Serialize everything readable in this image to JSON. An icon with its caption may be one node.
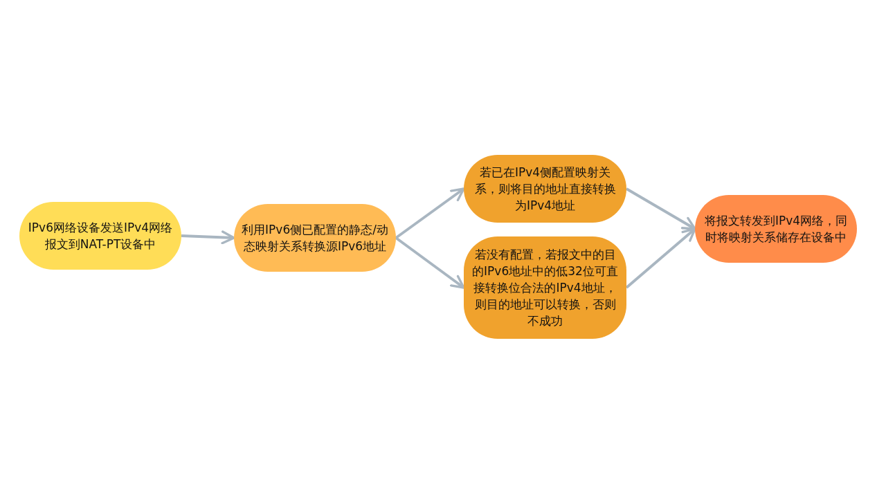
{
  "diagram": {
    "nodes": [
      {
        "text": [
          "IPv6网络设备发送IPv4网络报文到NAT-PT设备中"
        ]
      },
      {
        "text": [
          "利用IPv6侧已配置的静态/动态映射关系转换源IPv6地址"
        ]
      },
      {
        "text": [
          "若已在IPv4侧配置映射关系，则将目的地址直接转换为IPv4地址"
        ]
      },
      {
        "text": [
          "若没有配置，若报文中的目的IPv6地址中的低32位可直接转换位合法的IPv4地址，则目的地址可以转换，否则不成功"
        ]
      },
      {
        "text": [
          "将报文转发到IPv4网络，同时将映射关系储存在设备中"
        ]
      }
    ],
    "edges": [
      {
        "from": 0,
        "to": 1,
        "arrow": "to"
      },
      {
        "from": 1,
        "to": 2,
        "arrow": "to"
      },
      {
        "from": 1,
        "to": 3,
        "arrow": "to"
      },
      {
        "from": 2,
        "to": 4,
        "arrow": "to"
      },
      {
        "from": 3,
        "to": 4,
        "arrow": "to"
      }
    ]
  }
}
